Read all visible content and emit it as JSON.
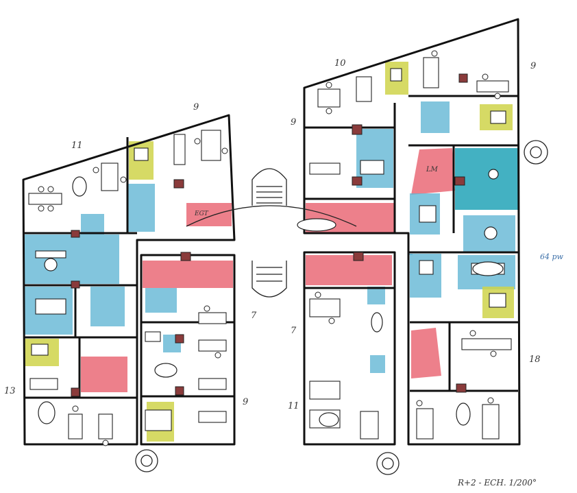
{
  "labels": {
    "zone_11_top": "11",
    "zone_9_top_left": "9",
    "zone_9_mid": "9",
    "zone_10": "10",
    "zone_9_top_right": "9",
    "zone_7_left": "7",
    "zone_7_right": "7",
    "zone_13": "13",
    "zone_9_bottom": "9",
    "zone_11_bottom": "11",
    "zone_18": "18",
    "area": "64 pw",
    "room_egt": "EGT",
    "room_lm": "LM",
    "scale": "R+2 - ECH. 1/200°"
  },
  "colors": {
    "meeting_blue": "#5fb5d3",
    "lounge_teal": "#1aa0b4",
    "phone_yellow": "#cfd34a",
    "service_pink": "#e9606e",
    "wall": "#111111"
  }
}
